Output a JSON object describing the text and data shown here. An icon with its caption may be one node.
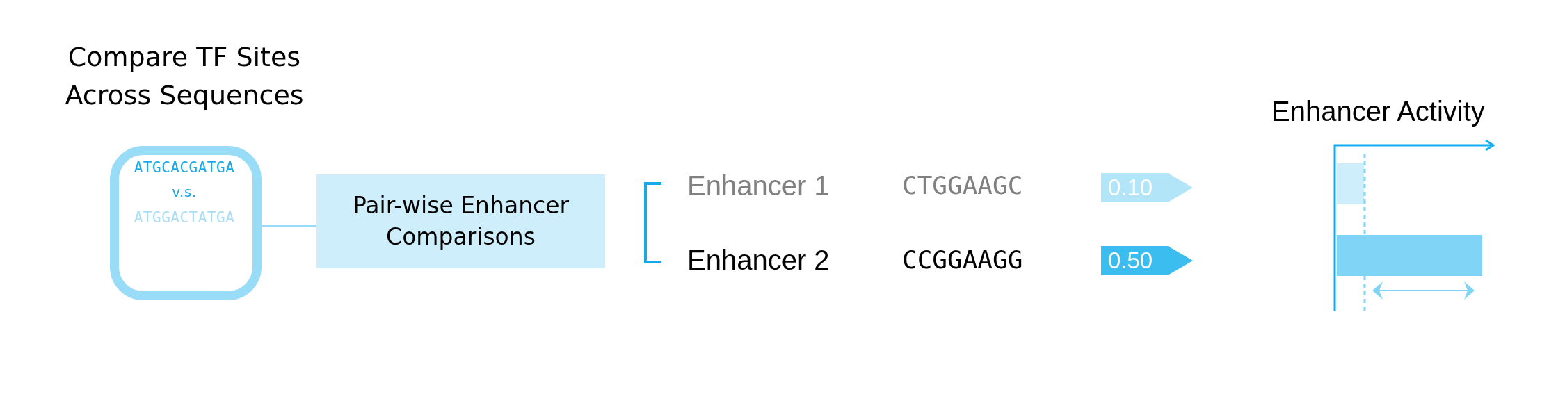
{
  "diagram": {
    "nodes": [
      {
        "text": [
          "Compare TF Sites Across Sequences",
          "ATGCACGATGA",
          "v.s.",
          "ATGGACTATGA"
        ]
      },
      {
        "text": [
          "Pair-wise Enhancer Comparisons"
        ]
      },
      {
        "text": [
          "0.10"
        ]
      },
      {
        "text": [
          "0.50"
        ]
      }
    ],
    "edges": [
      {
        "from": 0,
        "to": 1,
        "arrow": "none"
      }
    ],
    "labels": [
      "Enhancer 1",
      "CTGGAAGC",
      "Enhancer 2",
      "CCGGAAGG",
      "Enhancer Activity"
    ]
  }
}
